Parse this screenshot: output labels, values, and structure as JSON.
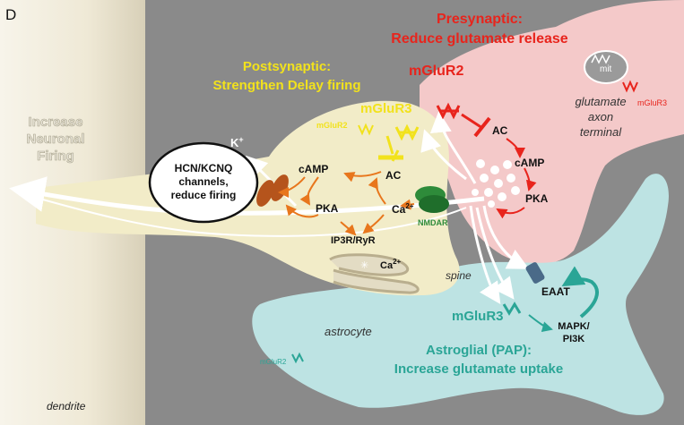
{
  "panel_label": "D",
  "dendrite": {
    "title_lines": [
      "Increase",
      "Neuronal",
      "Firing"
    ],
    "label": "dendrite"
  },
  "presynaptic": {
    "title_lines": [
      "Presynaptic:",
      "Reduce glutamate release"
    ],
    "receptor_main": "mGluR2",
    "receptor_small": "mGluR3",
    "mito": "mit",
    "terminal_lines": [
      "glutamate",
      "axon",
      "terminal"
    ],
    "ac": "AC",
    "camp": "cAMP",
    "pka": "PKA"
  },
  "postsynaptic": {
    "title_lines": [
      "Postsynaptic:",
      "Strengthen Delay firing"
    ],
    "receptor_main": "mGluR3",
    "receptor_small": "mGluR2",
    "potassium": "K",
    "potassium_sup": "+",
    "channel_lines": [
      "HCN/KCNQ",
      "channels,",
      "reduce firing"
    ],
    "camp": "cAMP",
    "ac": "AC",
    "pka": "PKA",
    "ca": "Ca",
    "ca_sup": "2+",
    "nmdar": "NMDAR",
    "ip3r": "IP3R/RyR",
    "ca_store": "Ca",
    "ca_store_sup": "2+",
    "spine": "spine"
  },
  "astroglia": {
    "eaat": "EAAT",
    "receptor_main": "mGluR3",
    "receptor_small": "mGluR2",
    "mapk_lines": [
      "MAPK/",
      "PI3K"
    ],
    "label": "astrocyte",
    "title_lines": [
      "Astroglial (PAP):",
      "Increase glutamate uptake"
    ]
  },
  "colors": {
    "background": "#8a8a8a",
    "dendrite_fill": "#f3efe1",
    "spine_fill": "#f2ecc8",
    "presynaptic_fill": "#f4c9c9",
    "astrocyte_fill": "#bde3e3",
    "presynaptic_text": "#e8241c",
    "postsynaptic_text": "#f2e21c",
    "astroglial_text": "#2aa596",
    "arrow_orange": "#e8761c"
  }
}
